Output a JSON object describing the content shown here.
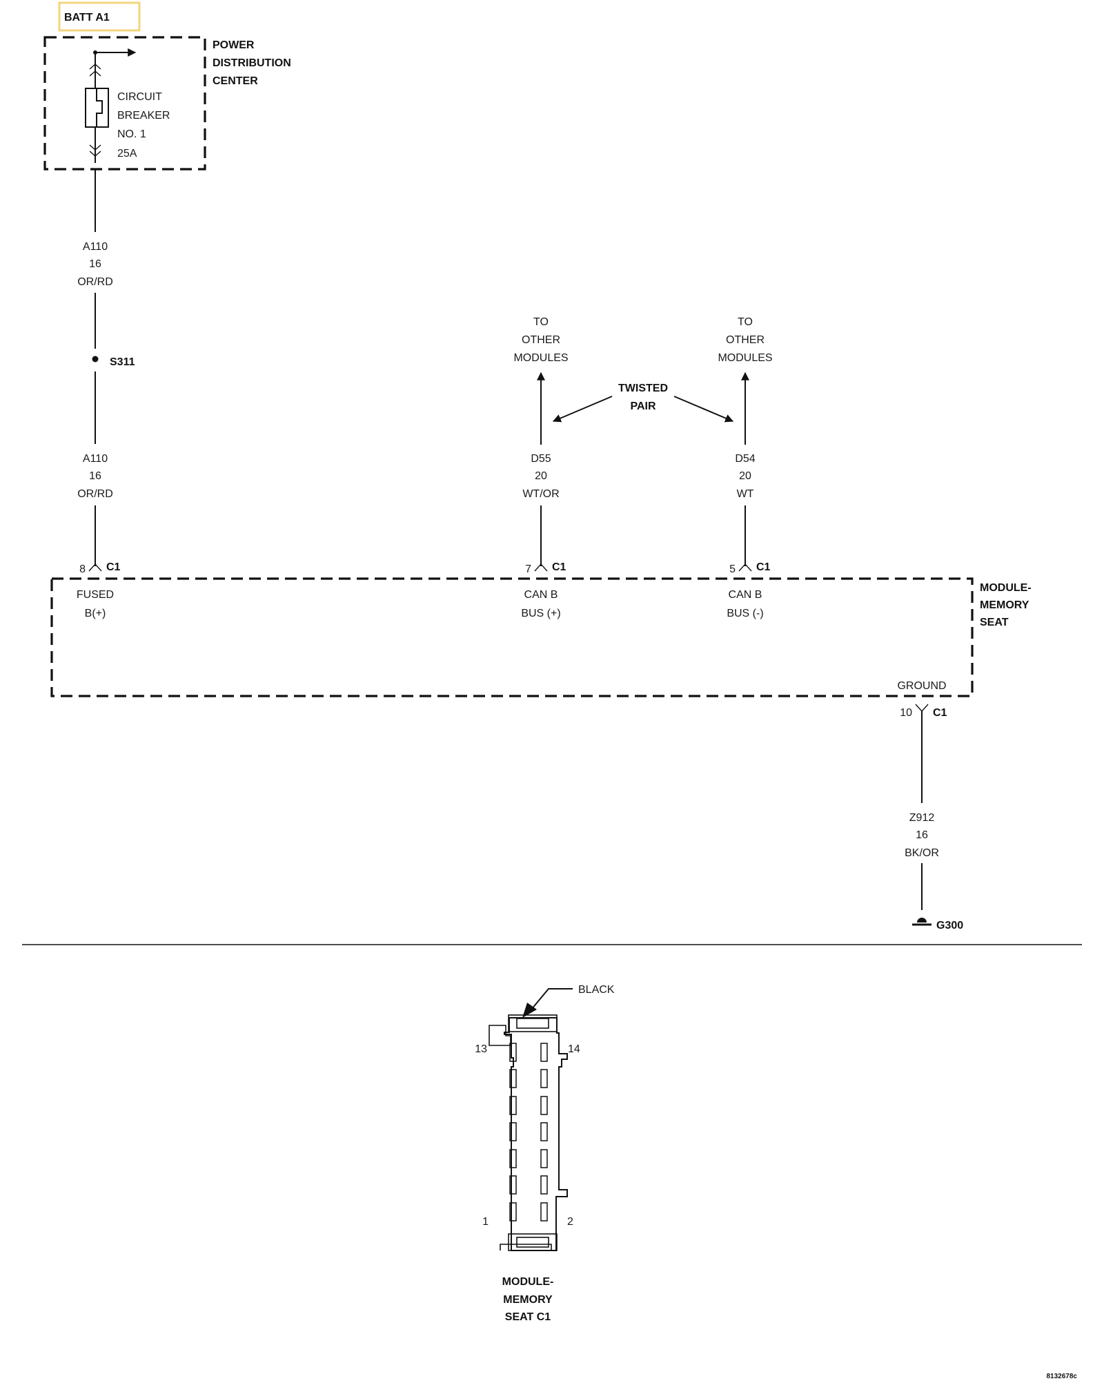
{
  "source": {
    "label": "BATT A1",
    "highlight_color": "#f3d57d"
  },
  "pdc": {
    "title_line1": "POWER",
    "title_line2": "DISTRIBUTION",
    "title_line3": "CENTER",
    "breaker_line1": "CIRCUIT",
    "breaker_line2": "BREAKER",
    "breaker_line3": "NO. 1",
    "breaker_line4": "25A"
  },
  "wire_a110_upper": {
    "circuit": "A110",
    "gauge": "16",
    "color": "OR/RD"
  },
  "splice": {
    "label": "S311"
  },
  "wire_a110_lower": {
    "circuit": "A110",
    "gauge": "16",
    "color": "OR/RD"
  },
  "bus_left": {
    "to_line1": "TO",
    "to_line2": "OTHER",
    "to_line3": "MODULES",
    "circuit": "D55",
    "gauge": "20",
    "color": "WT/OR"
  },
  "bus_right": {
    "to_line1": "TO",
    "to_line2": "OTHER",
    "to_line3": "MODULES",
    "circuit": "D54",
    "gauge": "20",
    "color": "WT"
  },
  "twisted_pair": {
    "line1": "TWISTED",
    "line2": "PAIR"
  },
  "pins": {
    "fused": {
      "pin": "8",
      "connector": "C1",
      "func_line1": "FUSED",
      "func_line2": "B(+)"
    },
    "can_plus": {
      "pin": "7",
      "connector": "C1",
      "func_line1": "CAN B",
      "func_line2": "BUS (+)"
    },
    "can_minus": {
      "pin": "5",
      "connector": "C1",
      "func_line1": "CAN B",
      "func_line2": "BUS (-)"
    },
    "ground": {
      "pin": "10",
      "connector": "C1",
      "func_line1": "GROUND"
    }
  },
  "module": {
    "line1": "MODULE-",
    "line2": "MEMORY",
    "line3": "SEAT"
  },
  "wire_z912": {
    "circuit": "Z912",
    "gauge": "16",
    "color": "BK/OR"
  },
  "ground_point": {
    "label": "G300"
  },
  "connector_view": {
    "color_label": "BLACK",
    "pin_top_left": "13",
    "pin_top_right": "14",
    "pin_bottom_left": "1",
    "pin_bottom_right": "2",
    "caption_line1": "MODULE-",
    "caption_line2": "MEMORY",
    "caption_line3": "SEAT C1"
  },
  "figure_id": "8132678c"
}
